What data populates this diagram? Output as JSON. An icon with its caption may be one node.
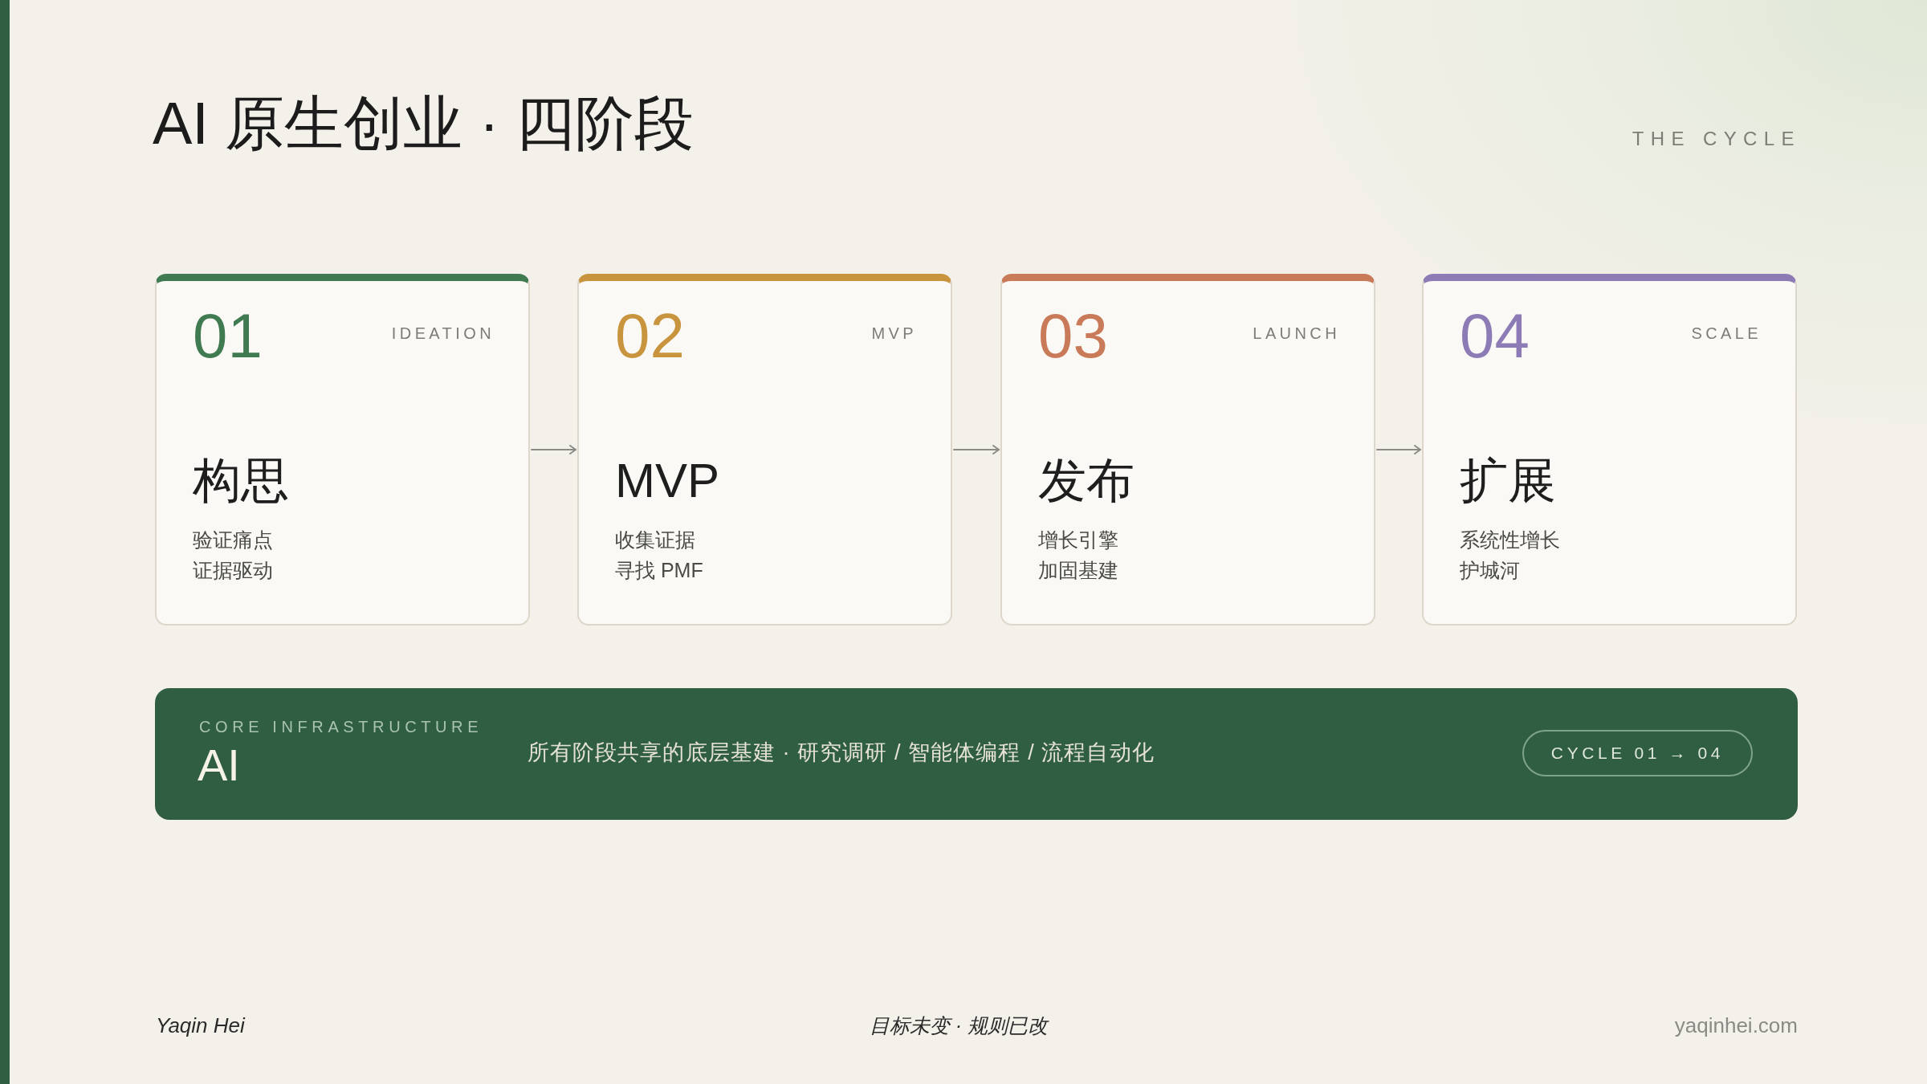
{
  "diagram": {
    "title": "AI 原生创业 · 四阶段",
    "nodes": [
      {
        "text": [
          "01",
          "IDEATION",
          "构思",
          "验证痛点",
          "证据驱动"
        ]
      },
      {
        "text": [
          "02",
          "MVP",
          "MVP",
          "收集证据",
          "寻找 PMF"
        ]
      },
      {
        "text": [
          "03",
          "LAUNCH",
          "发布",
          "增长引擎",
          "加固基建"
        ]
      },
      {
        "text": [
          "04",
          "SCALE",
          "扩展",
          "系统性增长",
          "护城河"
        ]
      },
      {
        "text": [
          "CORE INFRASTRUCTURE",
          "AI",
          "所有阶段共享的底层基建 · 研究调研 / 智能体编程 / 流程自动化"
        ]
      },
      {
        "text": [
          "CYCLE 01 → 04"
        ],
        "in": 4
      }
    ],
    "edges": [
      {
        "from": 0,
        "to": 1,
        "arrow": "to"
      },
      {
        "from": 1,
        "to": 2,
        "arrow": "to"
      },
      {
        "from": 2,
        "to": 3,
        "arrow": "to"
      }
    ],
    "labels": [
      "THE CYCLE",
      "Yaqin Hei",
      "目标未变 · 规则已改",
      "yaqinhei.com"
    ]
  }
}
